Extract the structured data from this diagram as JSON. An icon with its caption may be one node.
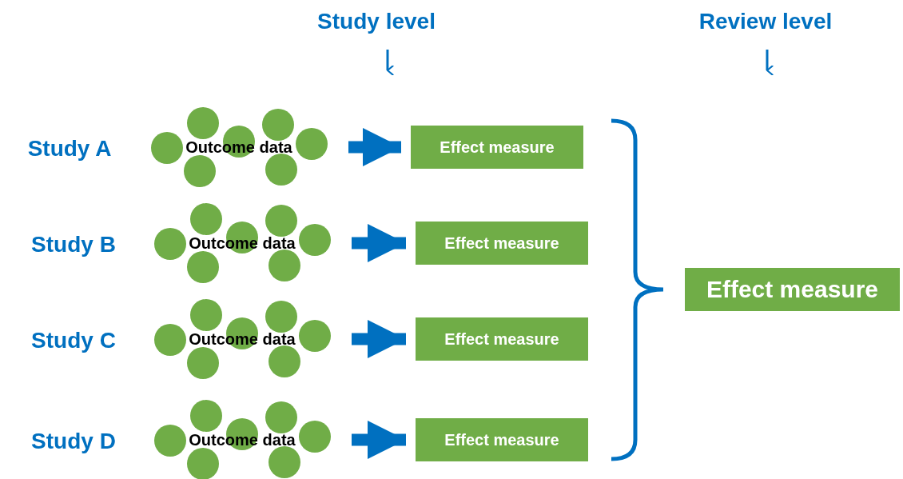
{
  "diagram": {
    "nodes": [
      {
        "text": [
          "Outcome data"
        ]
      },
      {
        "text": [
          "Effect measure"
        ]
      },
      {
        "text": [
          "Outcome data"
        ]
      },
      {
        "text": [
          "Effect measure"
        ]
      },
      {
        "text": [
          "Outcome data"
        ]
      },
      {
        "text": [
          "Effect measure"
        ]
      },
      {
        "text": [
          "Outcome data"
        ]
      },
      {
        "text": [
          "Effect measure"
        ]
      },
      {
        "text": [
          "Effect measure"
        ]
      }
    ],
    "edges": [
      {
        "from": 0,
        "to": 1,
        "arrow": "to"
      },
      {
        "from": 2,
        "to": 3,
        "arrow": "to"
      },
      {
        "from": 4,
        "to": 5,
        "arrow": "to"
      },
      {
        "from": 6,
        "to": 7,
        "arrow": "to"
      }
    ],
    "labels": [
      "Study level",
      "Review level",
      "Study A",
      "Study B",
      "Study C",
      "Study D"
    ]
  }
}
